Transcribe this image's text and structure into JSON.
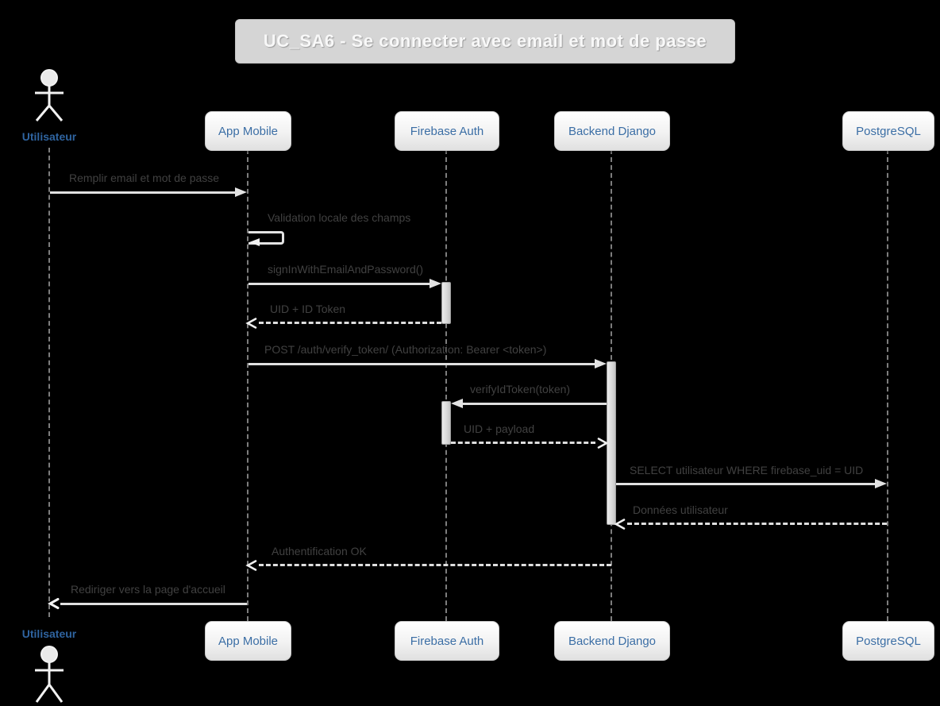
{
  "diagram": {
    "title": "UC_SA6 - Se connecter avec email et mot de passe",
    "actor": {
      "label": "Utilisateur"
    },
    "participants": [
      {
        "label": "App Mobile"
      },
      {
        "label": "Firebase Auth"
      },
      {
        "label": "Backend Django"
      },
      {
        "label": "PostgreSQL"
      }
    ],
    "messages": [
      {
        "label": "Remplir email et mot de passe",
        "from": "Utilisateur",
        "to": "App Mobile",
        "style": "solid"
      },
      {
        "label": "Validation locale des champs",
        "from": "App Mobile",
        "to": "App Mobile",
        "style": "self"
      },
      {
        "label": "signInWithEmailAndPassword()",
        "from": "App Mobile",
        "to": "Firebase Auth",
        "style": "solid"
      },
      {
        "label": "UID + ID Token",
        "from": "Firebase Auth",
        "to": "App Mobile",
        "style": "dashed-return"
      },
      {
        "label": "POST /auth/verify_token/ (Authorization: Bearer <token>)",
        "from": "App Mobile",
        "to": "Backend Django",
        "style": "solid"
      },
      {
        "label": "verifyIdToken(token)",
        "from": "Backend Django",
        "to": "Firebase Auth",
        "style": "solid"
      },
      {
        "label": "UID + payload",
        "from": "Firebase Auth",
        "to": "Backend Django",
        "style": "dashed-return"
      },
      {
        "label": "SELECT utilisateur WHERE firebase_uid = UID",
        "from": "Backend Django",
        "to": "PostgreSQL",
        "style": "solid"
      },
      {
        "label": "Données utilisateur",
        "from": "PostgreSQL",
        "to": "Backend Django",
        "style": "dashed-return"
      },
      {
        "label": "Authentification OK",
        "from": "Backend Django",
        "to": "App Mobile",
        "style": "dashed-return"
      },
      {
        "label": "Rediriger vers la page d'accueil",
        "from": "App Mobile",
        "to": "Utilisateur",
        "style": "solid"
      }
    ],
    "colors": {
      "background": "#000000",
      "participant_text": "#3b6ea5",
      "actor_label_text": "#2f64a0",
      "message_text": "#414141",
      "arrow": "#e0e0e0",
      "lifeline": "#7d7d7d",
      "title_bg": "#d5d5d5",
      "title_text": "#f8f8f8",
      "activation_bar": "#d9d9d9"
    }
  }
}
